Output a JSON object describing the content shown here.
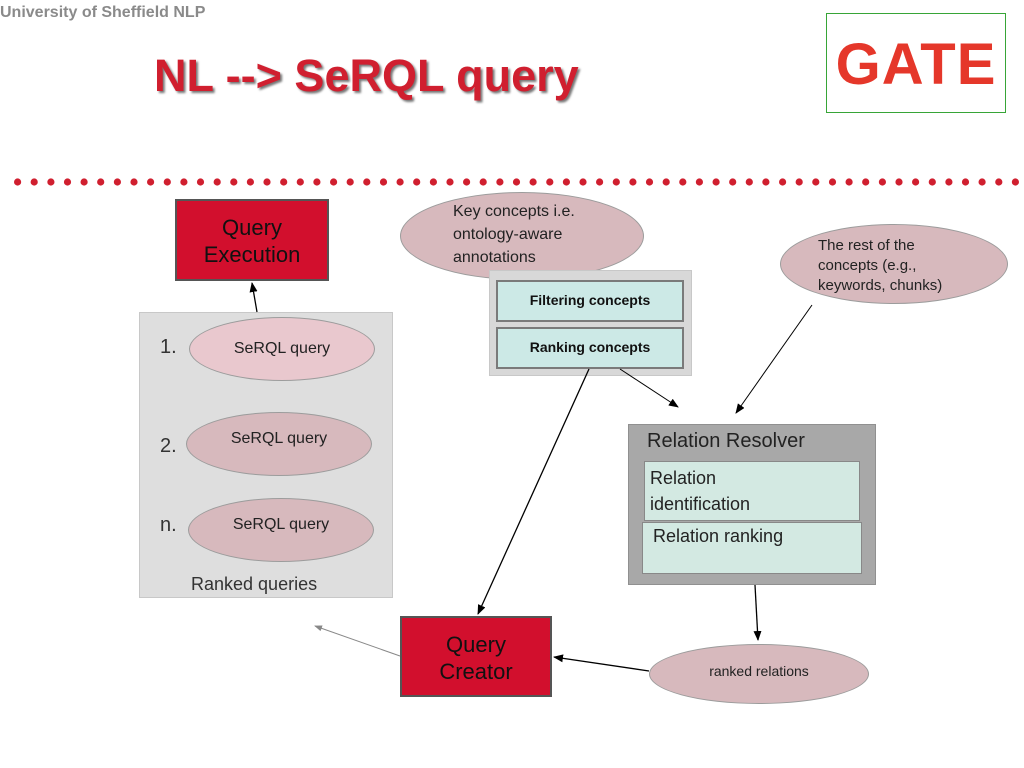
{
  "header": {
    "organization": "University of Sheffield NLP"
  },
  "slide": {
    "title": "NL --> SeRQL query"
  },
  "logo": {
    "text": "GATE"
  },
  "nodes": {
    "query_execution": [
      "Query",
      "Execution"
    ],
    "key_concepts": [
      "Key concepts i.e.",
      "ontology-aware",
      "annotations"
    ],
    "filtering_concepts": "Filtering concepts",
    "ranking_concepts": "Ranking concepts",
    "rest_concepts": [
      "The rest of the",
      "concepts (e.g.,",
      "keywords, chunks)"
    ],
    "relation_resolver": {
      "title": "Relation Resolver",
      "identification": [
        "Relation",
        "identification"
      ],
      "ranking": "Relation ranking"
    },
    "query_creator": [
      "Query",
      "Creator"
    ],
    "ranked_relations": "ranked relations",
    "ranked_queries": {
      "items": [
        {
          "number": "1.",
          "label": "SeRQL query"
        },
        {
          "number": "2.",
          "label": "SeRQL query"
        },
        {
          "number": "n.",
          "label": "SeRQL query"
        }
      ],
      "caption": "Ranked queries"
    }
  },
  "colors": {
    "title": "#d01f2f",
    "red_box": "#d20f2d",
    "teal_box": "#cce9e6",
    "ellipse": "#d7b9bd",
    "panel_grey": "#dedede",
    "resolver_grey": "#a8a8a8",
    "logo_border": "#37a537"
  }
}
